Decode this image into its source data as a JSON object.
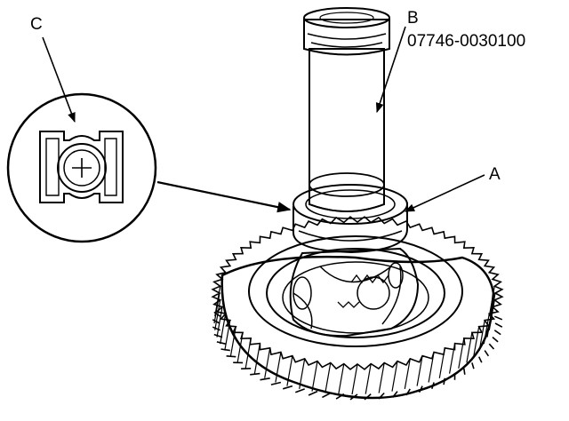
{
  "labels": {
    "a": "A",
    "b": "B",
    "b_part_number": "07746-0030100",
    "c": "C"
  },
  "colors": {
    "ink": "#000000",
    "paper": "#ffffff"
  }
}
